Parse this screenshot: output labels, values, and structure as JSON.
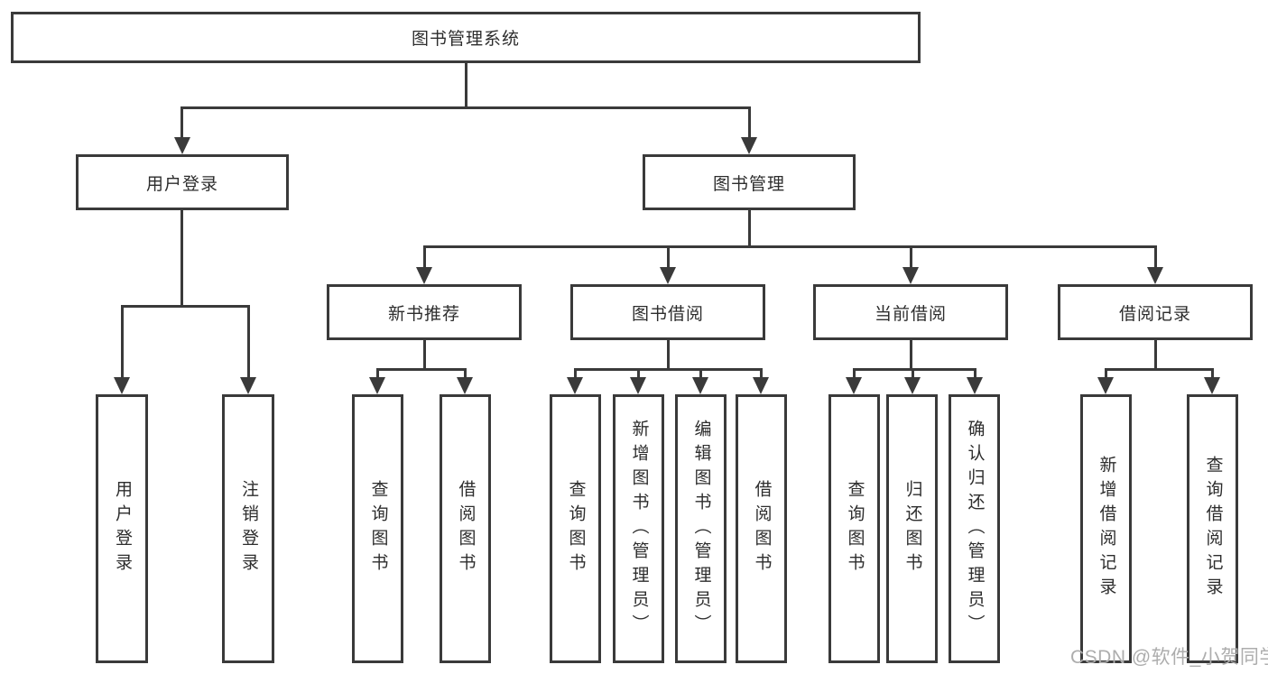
{
  "diagram_type": "hierarchy-tree",
  "tree": {
    "root": {
      "label": "图书管理系统"
    },
    "branches": [
      {
        "label": "用户登录",
        "children": [
          {
            "label": "用户登录"
          },
          {
            "label": "注销登录"
          }
        ]
      },
      {
        "label": "图书管理",
        "groups": [
          {
            "label": "新书推荐",
            "children": [
              {
                "label": "查询图书"
              },
              {
                "label": "借阅图书"
              }
            ]
          },
          {
            "label": "图书借阅",
            "children": [
              {
                "label": "查询图书"
              },
              {
                "label": "新增图书（管理员）"
              },
              {
                "label": "编辑图书（管理员）"
              },
              {
                "label": "借阅图书"
              }
            ]
          },
          {
            "label": "当前借阅",
            "children": [
              {
                "label": "查询图书"
              },
              {
                "label": "归还图书"
              },
              {
                "label": "确认归还（管理员）"
              }
            ]
          },
          {
            "label": "借阅记录",
            "children": [
              {
                "label": "新增借阅记录"
              },
              {
                "label": "查询借阅记录"
              }
            ]
          }
        ]
      }
    ]
  },
  "watermark": {
    "text": "CSDN @软件_小贺同学"
  },
  "colors": {
    "line": "#3a3a3a",
    "border": "#3a3a3a",
    "text": "#2d2d2d",
    "bg": "#ffffff",
    "watermark": "#adadad"
  }
}
